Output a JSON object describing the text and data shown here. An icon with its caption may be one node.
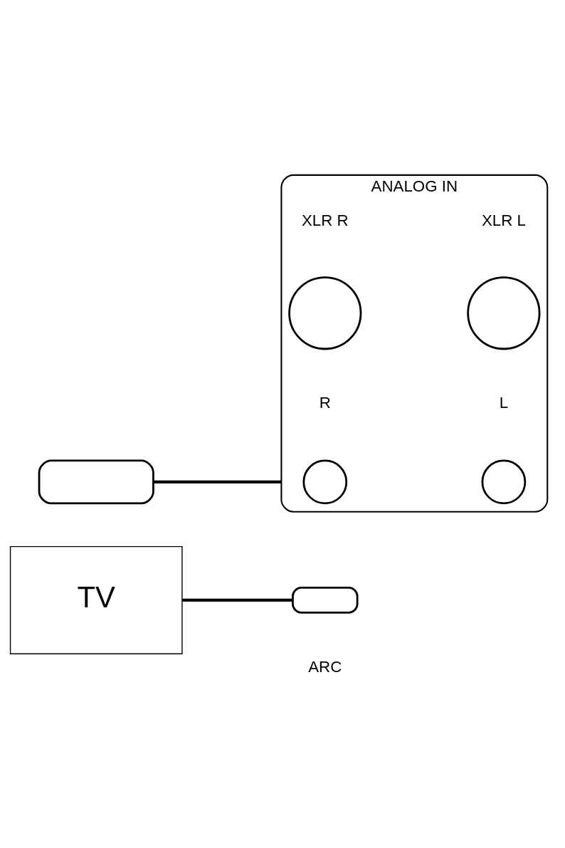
{
  "diagram": {
    "nodes": [
      {
        "text": [
          "TV"
        ]
      },
      {
        "text": [],
        "shape": "box",
        "beside": [
          "ARC"
        ]
      },
      {
        "text": [],
        "shape": "box"
      },
      {
        "text": [
          "ANALOG IN"
        ]
      },
      {
        "text": [],
        "shape": "circle",
        "beside": [
          "R"
        ],
        "in": 3
      },
      {
        "text": [],
        "shape": "circle",
        "beside": [
          "L"
        ],
        "in": 3
      },
      {
        "text": [],
        "shape": "circle",
        "beside": [
          "XLR R"
        ],
        "in": 3
      },
      {
        "text": [],
        "shape": "circle",
        "beside": [
          "XLR L"
        ],
        "in": 3
      }
    ],
    "edges": [
      {
        "from": 0,
        "to": 1,
        "arrow": "none"
      },
      {
        "from": 2,
        "to": 3,
        "arrow": "none"
      }
    ]
  }
}
